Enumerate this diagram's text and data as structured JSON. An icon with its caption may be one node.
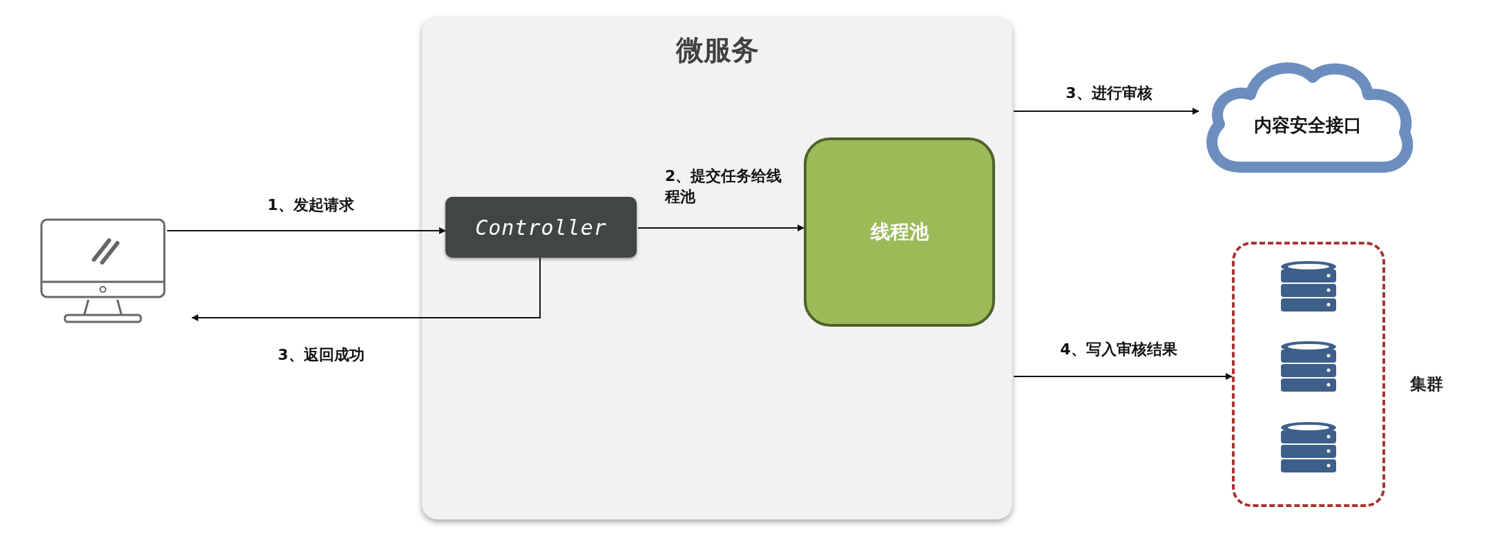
{
  "diagram": {
    "nodes": [
      {
        "text": [],
        "shape": "monitor"
      },
      {
        "text": [
          "微服务"
        ]
      },
      {
        "text": [
          "Controller"
        ],
        "in": 1
      },
      {
        "text": [
          "线程池"
        ],
        "in": 1
      },
      {
        "text": [
          "内容安全接口"
        ]
      },
      {
        "text": [],
        "shape": "box",
        "beside": [
          "集群"
        ]
      }
    ],
    "edges": [
      {
        "from": 0,
        "to": 2,
        "arrow": "to",
        "label": "1、发起请求"
      },
      {
        "from": 2,
        "to": 0,
        "arrow": "to",
        "label": "3、返回成功"
      },
      {
        "from": 2,
        "to": 3,
        "arrow": "to",
        "label": "2、提交任务给线程池"
      },
      {
        "from": 1,
        "to": 4,
        "arrow": "to",
        "label": "3、进行审核"
      },
      {
        "from": 1,
        "to": 5,
        "arrow": "to",
        "label": "4、写入审核结果"
      }
    ]
  }
}
